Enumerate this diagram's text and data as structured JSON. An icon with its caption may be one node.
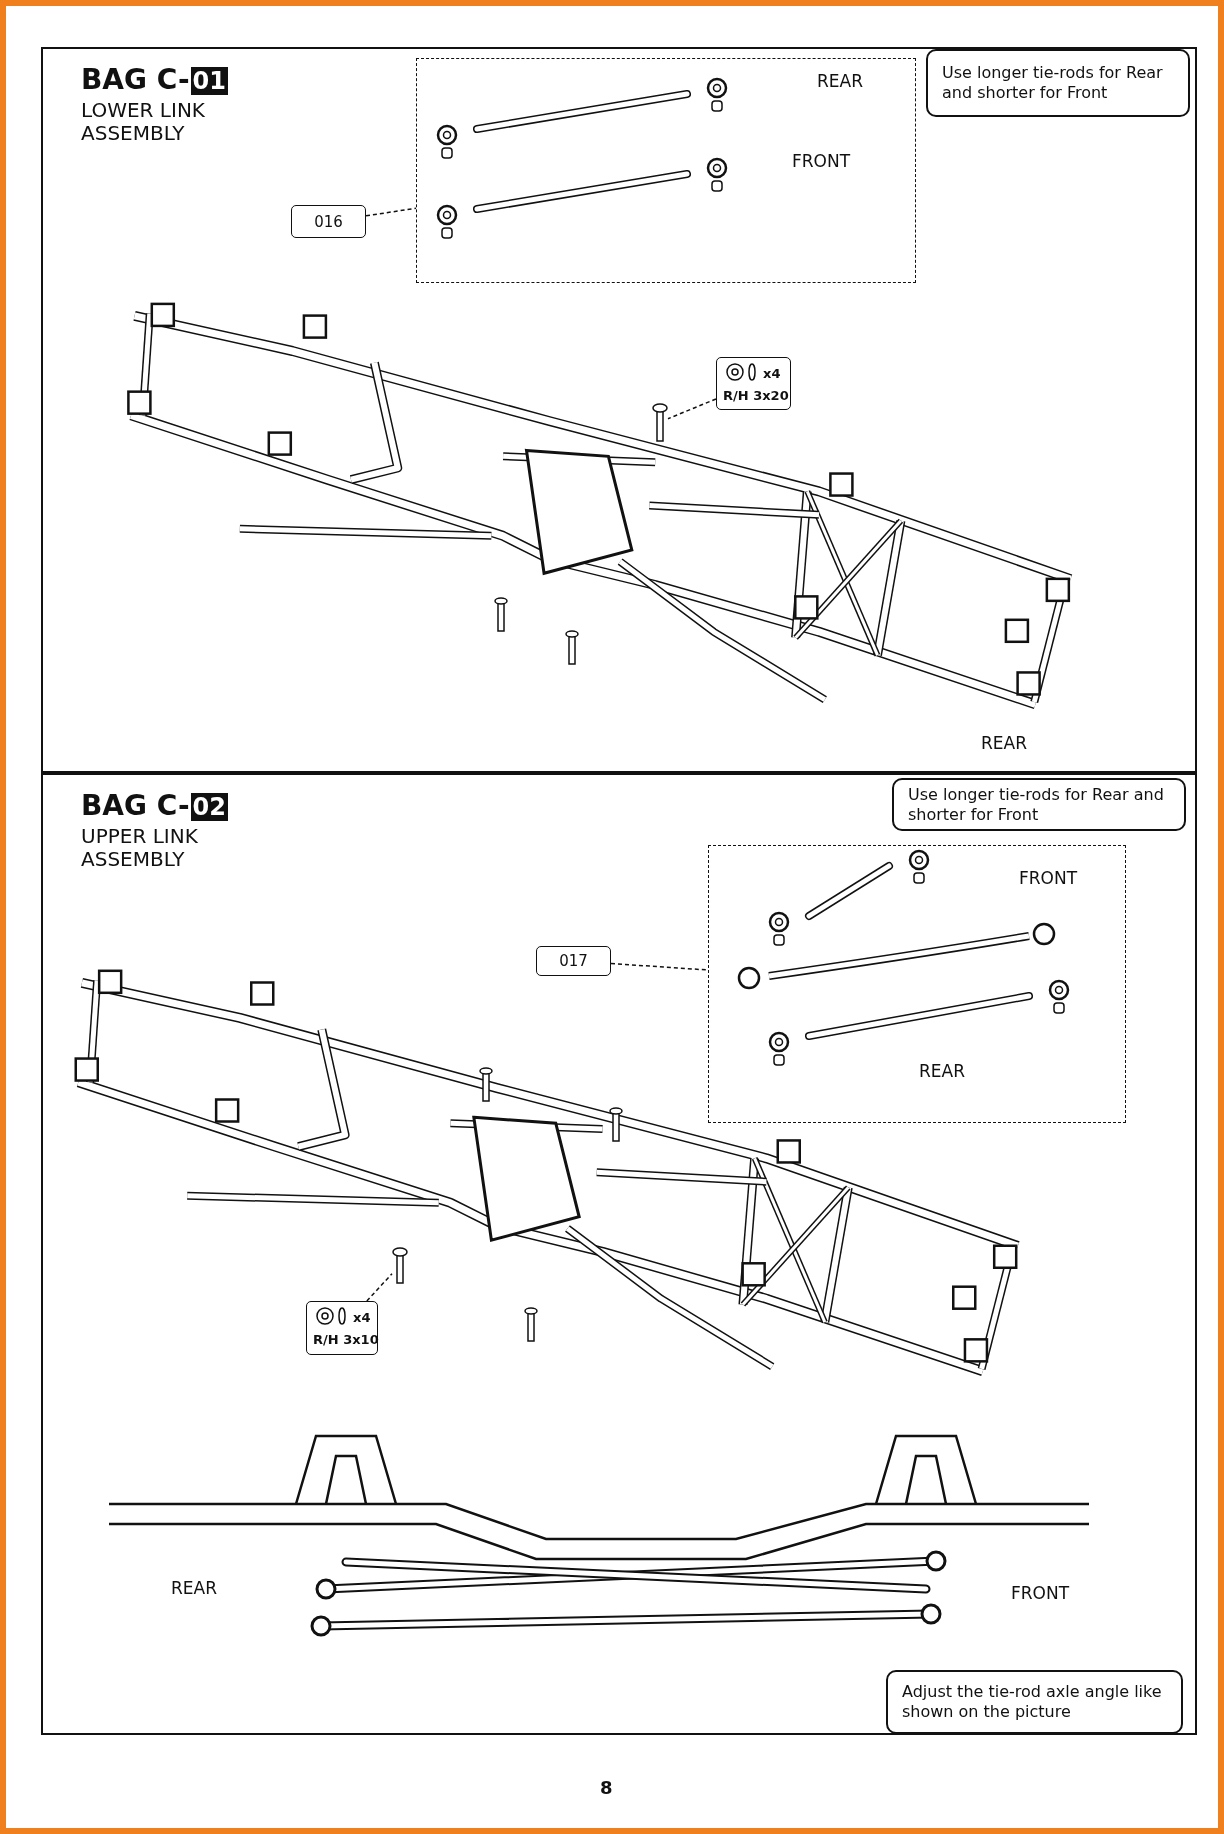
{
  "diagram": {
    "nodes": [
      {
        "text": [
          "BAG C-",
          "01",
          "LOWER LINK ASSEMBLY"
        ]
      },
      {
        "text": [
          "Use longer tie-rods for Rear and shorter for Front"
        ],
        "in": 0
      },
      {
        "text": [
          "REAR",
          "FRONT"
        ],
        "in": 0
      },
      {
        "text": [
          "016"
        ],
        "in": 0
      },
      {
        "text": [
          "x4",
          "R/H 3x20"
        ],
        "in": 0
      },
      {
        "text": [],
        "shape": "picture",
        "in": 0
      },
      {
        "text": [
          "BAG C-",
          "02",
          "UPPER LINK ASSEMBLY"
        ]
      },
      {
        "text": [
          "Use longer tie-rods for Rear and shorter for Front"
        ],
        "in": 6
      },
      {
        "text": [
          "FRONT",
          "REAR"
        ],
        "in": 6
      },
      {
        "text": [
          "017"
        ],
        "in": 6
      },
      {
        "text": [
          "x4",
          "R/H 3x10"
        ],
        "in": 6
      },
      {
        "text": [],
        "shape": "picture",
        "in": 6
      },
      {
        "text": [
          "Adjust the tie-rod axle angle like shown on the picture"
        ],
        "in": 6
      }
    ],
    "edges": [
      {
        "from": 3,
        "to": 2,
        "arrow": "none",
        "style": "dashed"
      },
      {
        "from": 4,
        "to": 5,
        "arrow": "none",
        "style": "dashed"
      },
      {
        "from": 9,
        "to": 8,
        "arrow": "none",
        "style": "dashed"
      },
      {
        "from": 10,
        "to": 11,
        "arrow": "none",
        "style": "dashed"
      }
    ],
    "labels": [
      "REAR",
      "REAR",
      "FRONT",
      "8"
    ]
  }
}
